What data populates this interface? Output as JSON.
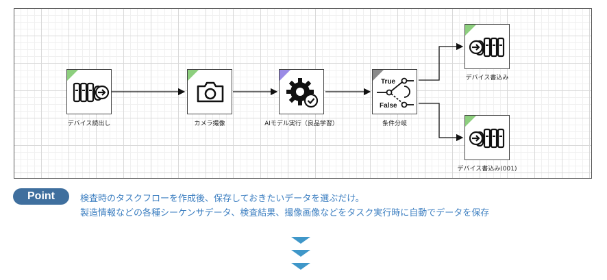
{
  "flow": {
    "nodes": [
      {
        "id": "device-read",
        "label": "デバイス読出し",
        "icon": "device-read-icon",
        "accent": "#8dcf7e"
      },
      {
        "id": "camera",
        "label": "カメラ撮像",
        "icon": "camera-icon",
        "accent": "#8dcf7e"
      },
      {
        "id": "ai-model",
        "label": "AIモデル実行（良品学習）",
        "icon": "gear-check-icon",
        "accent": "#9a8be6"
      },
      {
        "id": "condition",
        "label": "条件分岐",
        "icon": "branch-switch-icon",
        "accent": "#8a8a8a",
        "true_label": "True",
        "false_label": "False"
      },
      {
        "id": "device-write",
        "label": "デバイス書込み",
        "icon": "device-write-icon",
        "accent": "#8dcf7e"
      },
      {
        "id": "device-write-001",
        "label": "デバイス書込み(001)",
        "icon": "device-write-icon",
        "accent": "#8dcf7e"
      }
    ]
  },
  "point": {
    "badge": "Point",
    "line1": "検査時のタスクフローを作成後、保存しておきたいデータを選ぶだけ。",
    "line2": "製造情報などの各種シーケンサデータ、検査結果、撮像画像などをタスク実行時に自動でデータを保存"
  },
  "colors": {
    "badge": "#3f6f9e",
    "text": "#3d7fc1",
    "chevron": "#3f97c9"
  }
}
